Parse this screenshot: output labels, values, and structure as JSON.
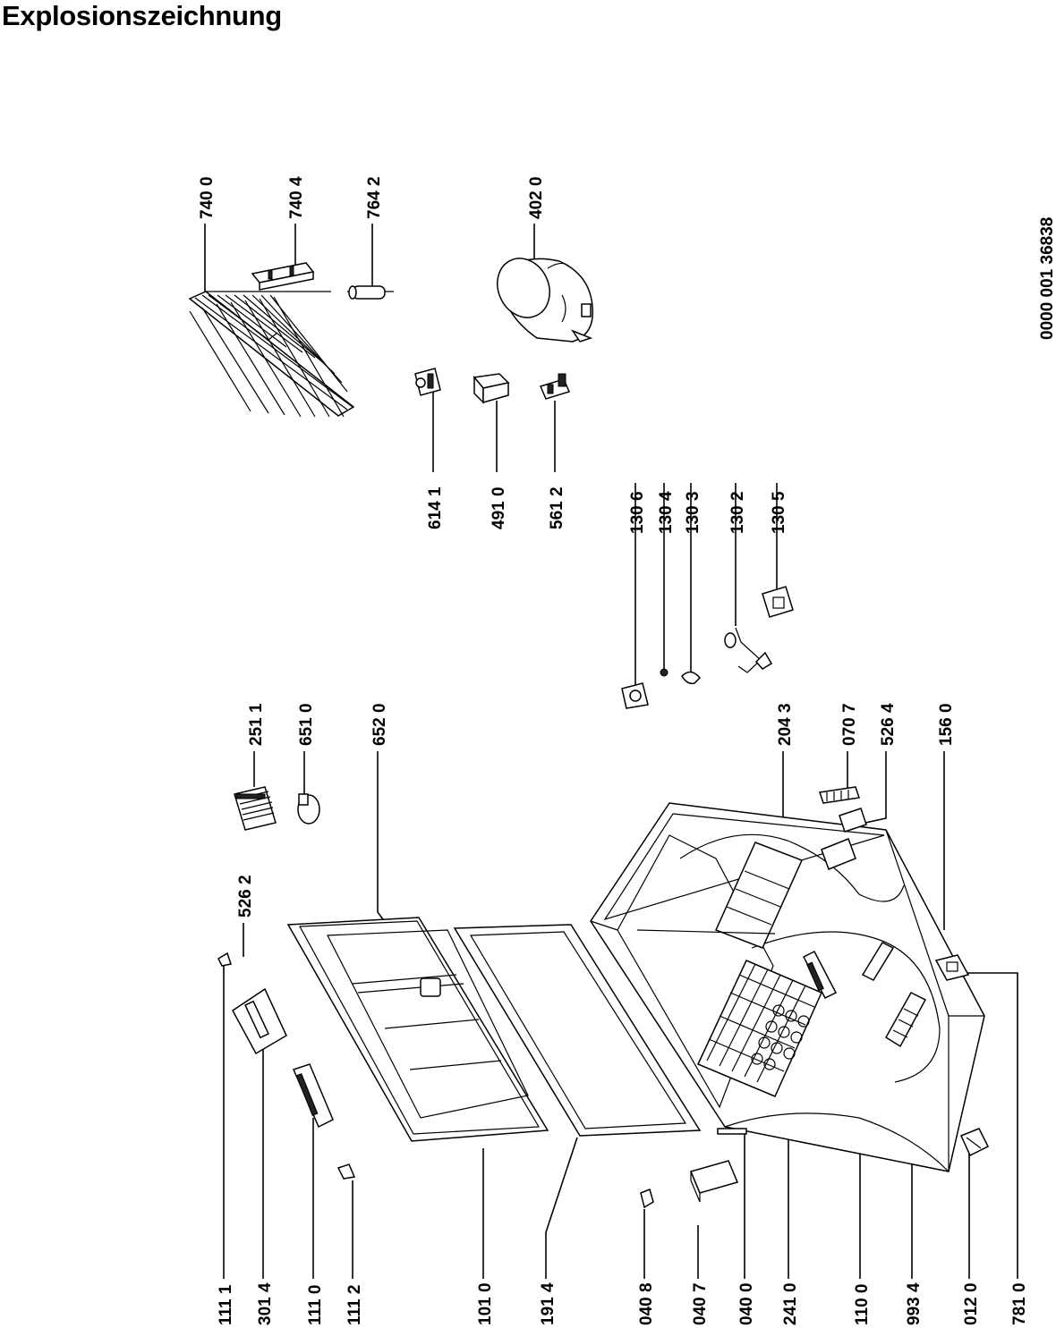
{
  "title": "Explosionszeichnung",
  "document_number": "0000 001 36838",
  "labels": {
    "p740_0": "740 0",
    "p740_4": "740 4",
    "p764_2": "764 2",
    "p402_0": "402 0",
    "p614_1": "614 1",
    "p491_0": "491 0",
    "p561_2": "561 2",
    "p130_6": "130 6",
    "p130_4": "130 4",
    "p130_3": "130 3",
    "p130_2": "130 2",
    "p130_5": "130 5",
    "p251_1": "251 1",
    "p651_0": "651 0",
    "p652_0": "652 0",
    "p526_2": "526 2",
    "p204_3": "204 3",
    "p070_7": "070 7",
    "p526_4": "526 4",
    "p156_0": "156 0",
    "p111_1": "111 1",
    "p301_4": "301 4",
    "p111_0": "111 0",
    "p111_2": "111 2",
    "p101_0": "101 0",
    "p191_4": "191 4",
    "p040_8": "040 8",
    "p040_7": "040 7",
    "p040_0": "040 0",
    "p241_0": "241 0",
    "p110_0": "110 0",
    "p993_4": "993 4",
    "p012_0": "012 0",
    "p781_0": "781 0"
  }
}
